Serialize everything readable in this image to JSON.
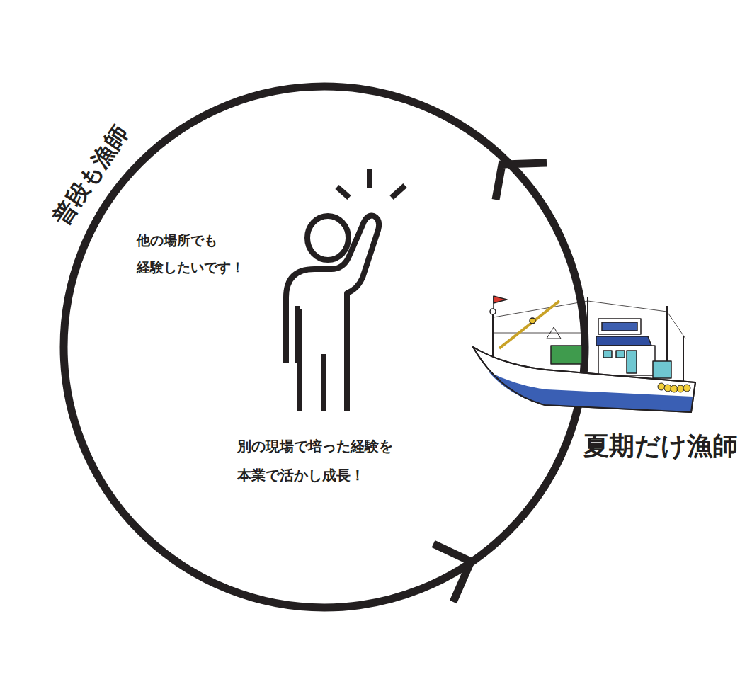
{
  "diagram": {
    "labels": [
      "普段も漁師",
      "他の場所でも 経験したいです！",
      "別の現場で培った経験を 本業で活かし成長！",
      "夏期だけ漁師"
    ]
  }
}
